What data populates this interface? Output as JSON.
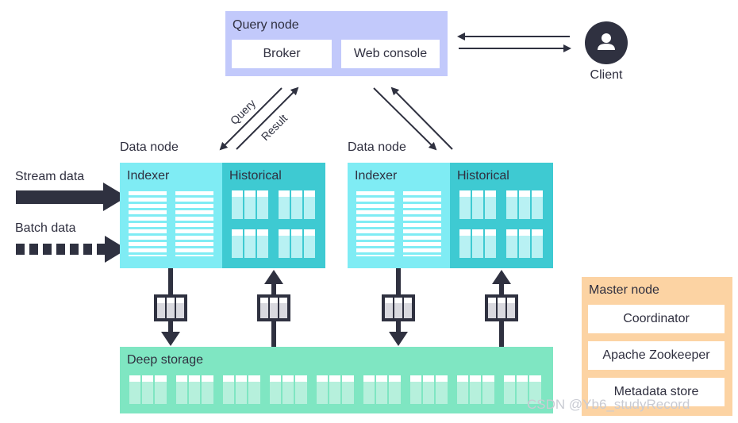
{
  "query_node": {
    "title": "Query node",
    "broker": "Broker",
    "web_console": "Web console"
  },
  "client": {
    "label": "Client",
    "icon": "user-icon"
  },
  "arrow_labels": {
    "query": "Query",
    "result": "Result"
  },
  "data_nodes": [
    {
      "title": "Data node",
      "indexer": "Indexer",
      "historical": "Historical"
    },
    {
      "title": "Data node",
      "indexer": "Indexer",
      "historical": "Historical"
    }
  ],
  "inputs": {
    "stream": "Stream data",
    "batch": "Batch data"
  },
  "deep_storage": {
    "title": "Deep storage"
  },
  "master_node": {
    "title": "Master node",
    "items": [
      "Coordinator",
      "Apache Zookeeper",
      "Metadata store"
    ]
  },
  "watermark": "CSDN @Yb6_studyRecord",
  "colors": {
    "query_node": "#c2c9fb",
    "indexer": "#7fecf4",
    "historical": "#3ecad2",
    "deep_storage": "#7fe6c2",
    "master_node": "#fcd3a3",
    "dark": "#2f3140"
  }
}
